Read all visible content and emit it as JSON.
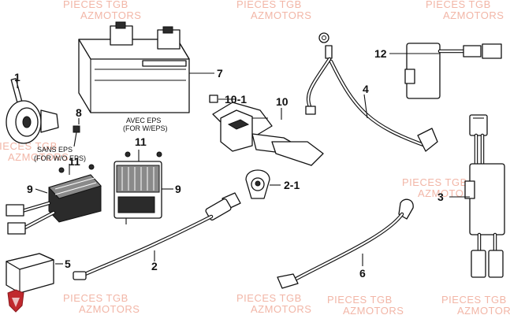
{
  "watermarks": [
    "PIECES TGB",
    "AZMOTORS",
    "PIECES TGB",
    "AZMOTORS",
    "PIECES TGB",
    "AZMOTORS",
    "PIECES TGB",
    "AZMOTORS",
    "PIECES TGB",
    "AZMOTORS",
    "PIECES TGB",
    "AZMOTORS",
    "PIECES TGB",
    "AZMOTORS",
    "PIECES TGB",
    "AZMOTORS",
    "PIECES TGB",
    "AZMOTORS"
  ],
  "callouts": {
    "horn": "1",
    "bolt_8": "8",
    "battery": "7",
    "starter_relay_10_1": "10-1",
    "starter_relay_10": "10",
    "cable_4": "4",
    "relay_12": "12",
    "regulator_11a": "11",
    "regulator_11b": "11",
    "regulator_9a": "9",
    "regulator_9b": "9",
    "fuse_2_1": "2-1",
    "unit_3": "3",
    "box_5": "5",
    "wire_2": "2",
    "cable_6": "6"
  },
  "notes": {
    "sans_eps_1": "SANS EPS",
    "sans_eps_2": "(FOR W/O EPS)",
    "avec_eps_1": "AVEC EPS",
    "avec_eps_2": "(FOR W/EPS)"
  },
  "logo_color": "#c0282d",
  "watermark_color": "#f2b6a7"
}
